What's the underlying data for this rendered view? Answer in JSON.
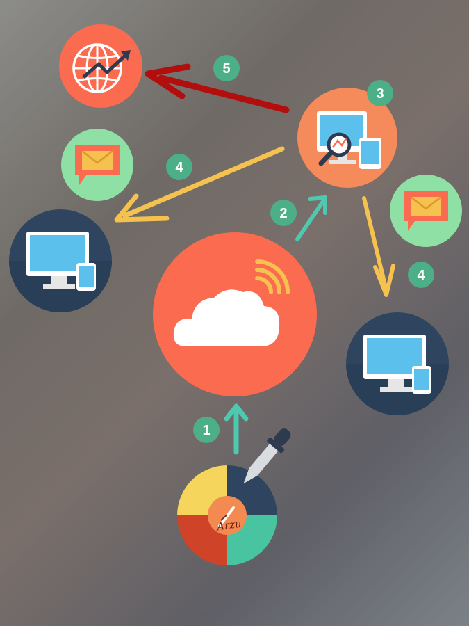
{
  "steps": [
    {
      "number": "1",
      "color": "#4caf87"
    },
    {
      "number": "2",
      "color": "#4caf87"
    },
    {
      "number": "3",
      "color": "#4caf87"
    },
    {
      "number": "4",
      "color": "#4caf87"
    },
    {
      "number": "4",
      "color": "#4caf87"
    },
    {
      "number": "5",
      "color": "#4caf87"
    }
  ],
  "nodes": {
    "cloud_hub": {
      "icon": "cloud-wifi-icon",
      "color": "#fb6b50"
    },
    "analytics": {
      "icon": "monitor-analytics-icon",
      "color": "#f58a5a"
    },
    "web": {
      "icon": "globe-growth-icon",
      "color": "#fb6b50"
    },
    "left_device": {
      "icon": "monitor-phone-icon",
      "color": "#2f455f"
    },
    "right_device": {
      "icon": "monitor-phone-icon",
      "color": "#2f455f"
    },
    "left_message": {
      "icon": "mail-icon",
      "color": "#8fe0a4"
    },
    "right_message": {
      "icon": "mail-icon",
      "color": "#8fe0a4"
    },
    "source": {
      "icon": "color-wheel-dropper-icon",
      "logo_text": "Arzu"
    }
  },
  "arrows": {
    "upload": "#4ec9b0",
    "to_analytics": "#4ec9b0",
    "to_devices": "#f5c24f",
    "to_web": "#b30e0e"
  }
}
